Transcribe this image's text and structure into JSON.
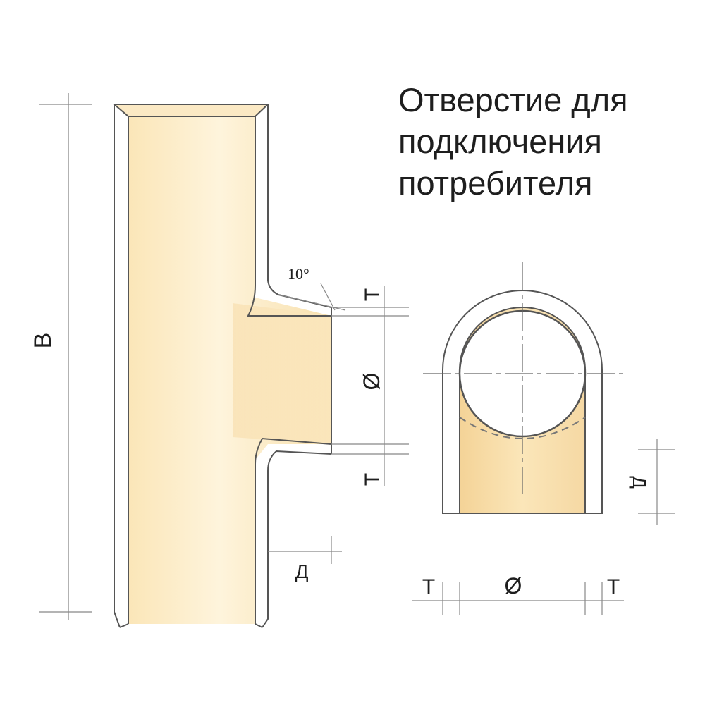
{
  "caption": {
    "lines": [
      "Отверстие для",
      "подключения",
      "потребителя"
    ]
  },
  "labels": {
    "height": "В",
    "angle": "10°",
    "wall_thickness": "Т",
    "diameter": "Ø",
    "depth": "Д"
  },
  "colors": {
    "pipe_fill": "#fbe9c4",
    "pipe_fill_dark": "#f6d9a0",
    "outline": "#555555",
    "dimension": "#888888"
  }
}
